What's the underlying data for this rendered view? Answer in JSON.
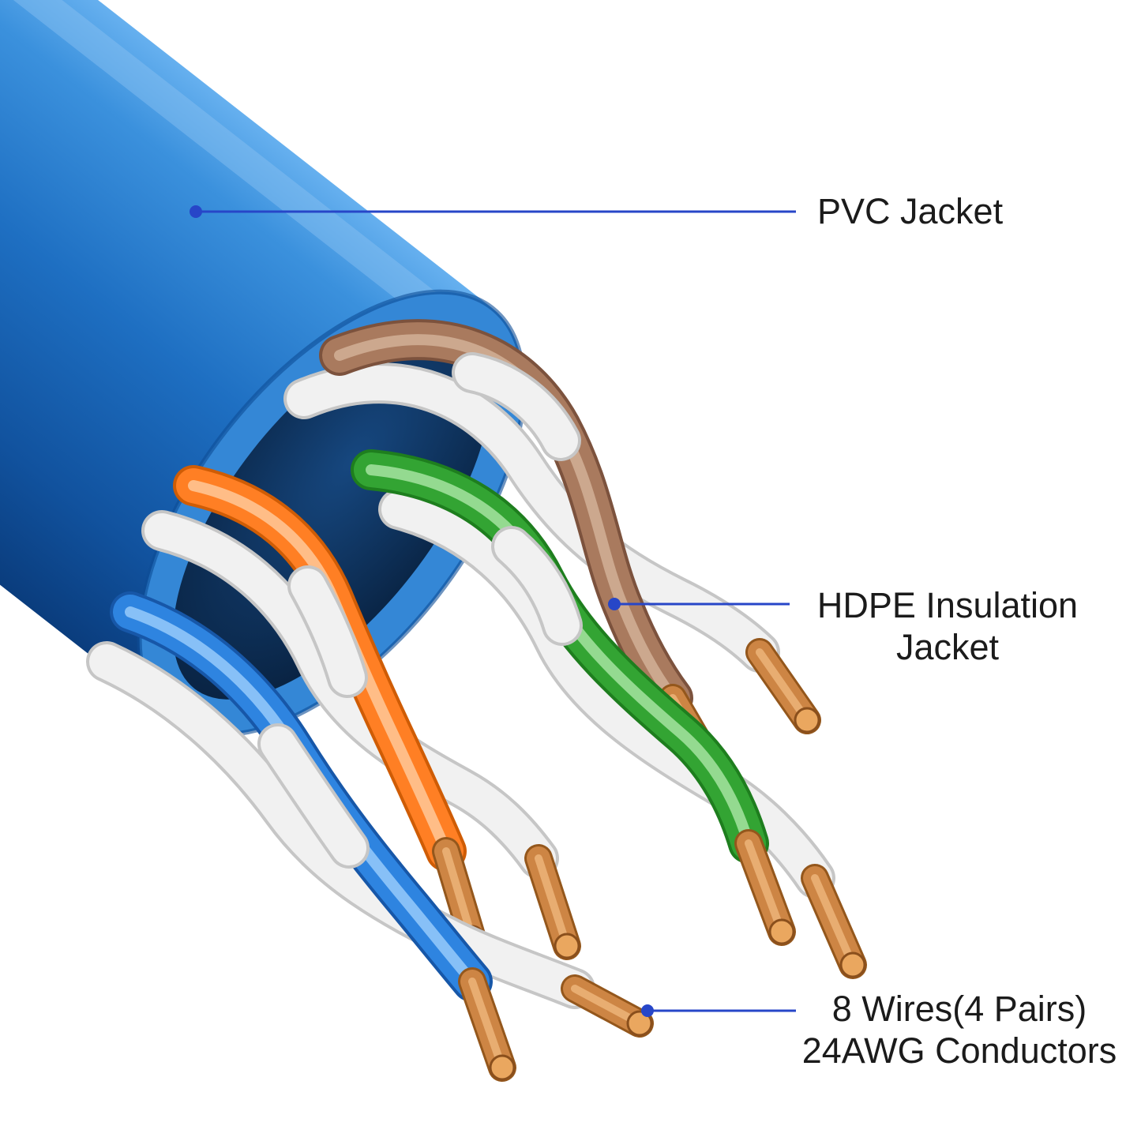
{
  "callouts": [
    {
      "id": "pvc-jacket",
      "lines": [
        "PVC Jacket"
      ]
    },
    {
      "id": "hdpe-insulation-jacket",
      "lines": [
        "HDPE Insulation",
        "Jacket"
      ]
    },
    {
      "id": "conductors",
      "lines": [
        "8 Wires(4 Pairs)",
        "24AWG Conductors"
      ]
    }
  ],
  "colors": {
    "background": "#ffffff",
    "text": "#1b1b1b",
    "callout_line": "#2746c8",
    "callout_dot": "#2746c8",
    "jacket_blue": "#1e6fc2",
    "jacket_interior": "#0a2a55",
    "wire_orange": "#ff7f24",
    "wire_green": "#33a433",
    "wire_brown": "#a97a5e",
    "wire_blue": "#2e84e0",
    "wire_white": "#f1f1f1",
    "copper": "#cd8544"
  }
}
